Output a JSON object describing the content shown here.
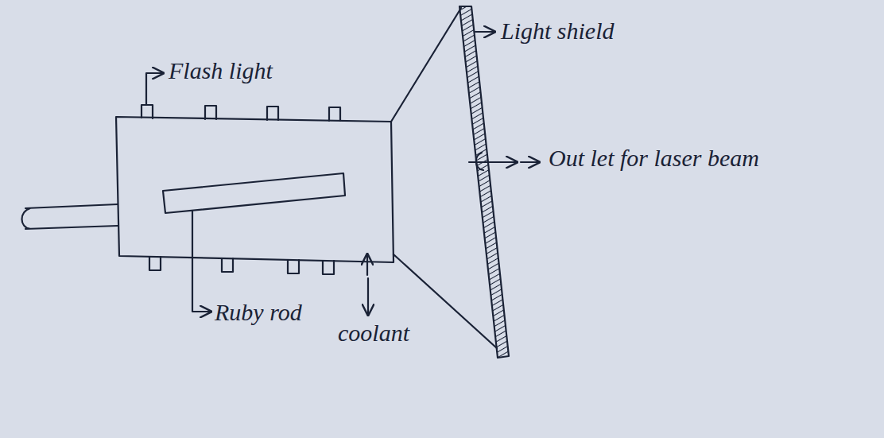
{
  "diagram": {
    "labels": [
      "Flash light",
      "Light shield",
      "Out let for laser beam",
      "Ruby rod",
      "coolant"
    ]
  }
}
